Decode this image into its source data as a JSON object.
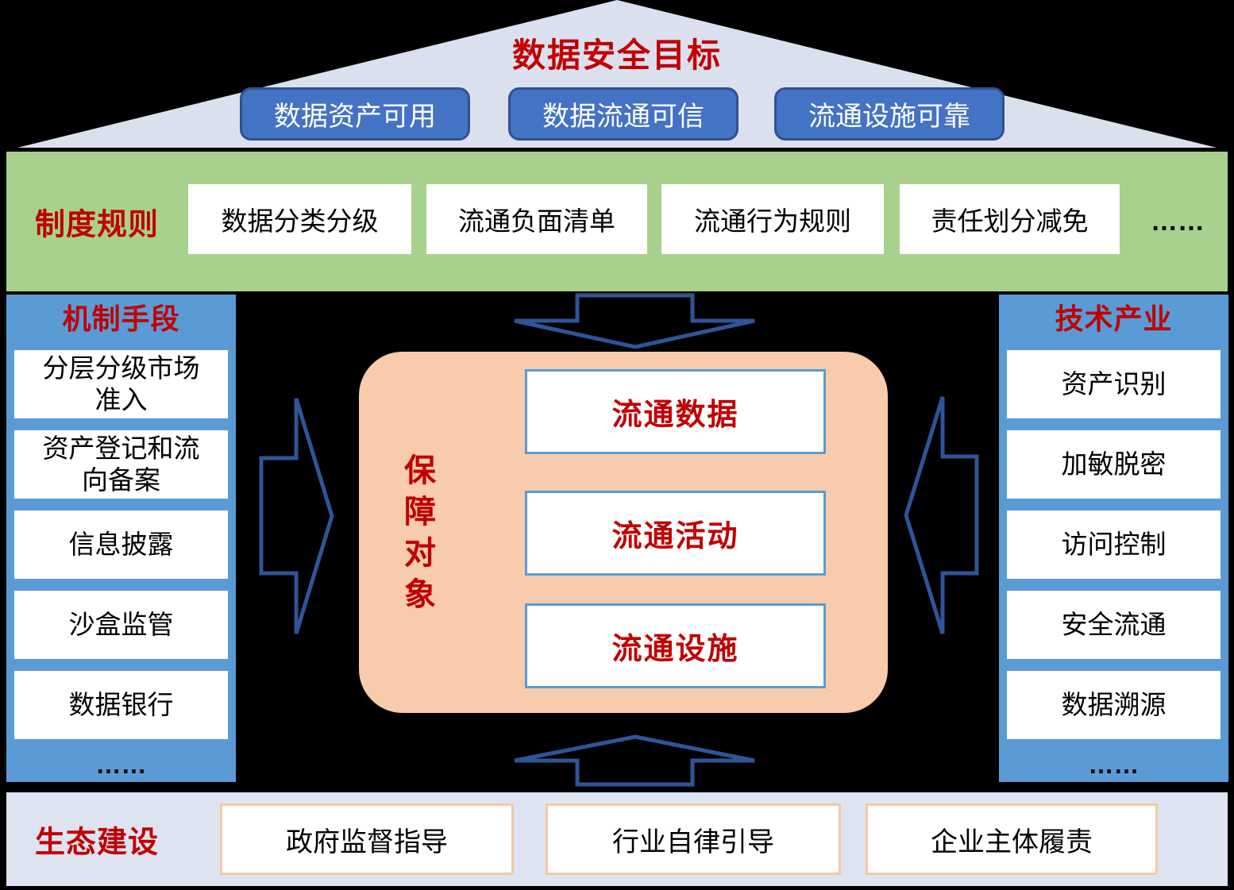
{
  "colors": {
    "background": "#000000",
    "roof_fill": "#DBE0EF",
    "goal_box_fill": "#4472C4",
    "goal_box_border": "#2F528F",
    "policy_band_fill": "#A9D18E",
    "column_fill": "#5B9BD5",
    "center_fill": "#F7CBAB",
    "center_box_border": "#5B9BD5",
    "eco_band_fill": "#DEE3F2",
    "eco_box_border": "#F2C9A2",
    "red_text": "#C00000",
    "arrow_stroke": "#2F5597"
  },
  "roof": {
    "title": "数据安全目标",
    "goals": [
      "数据资产可用",
      "数据流通可信",
      "流通设施可靠"
    ]
  },
  "policy_band": {
    "title": "制度规则",
    "items": [
      "数据分类分级",
      "流通负面清单",
      "流通行为规则",
      "责任划分减免"
    ],
    "ellipsis": "……"
  },
  "left_column": {
    "title": "机制手段",
    "items": [
      "分层分级市场\n准入",
      "资产登记和流\n向备案",
      "信息披露",
      "沙盒监管",
      "数据银行"
    ],
    "ellipsis": "……"
  },
  "right_column": {
    "title": "技术产业",
    "items": [
      "资产识别",
      "加敏脱密",
      "访问控制",
      "安全流通",
      "数据溯源"
    ],
    "ellipsis": "……"
  },
  "center": {
    "label": "保障对象",
    "boxes": [
      "流通数据",
      "流通活动",
      "流通设施"
    ]
  },
  "eco_band": {
    "title": "生态建设",
    "items": [
      "政府监督指导",
      "行业自律引导",
      "企业主体履责"
    ]
  }
}
